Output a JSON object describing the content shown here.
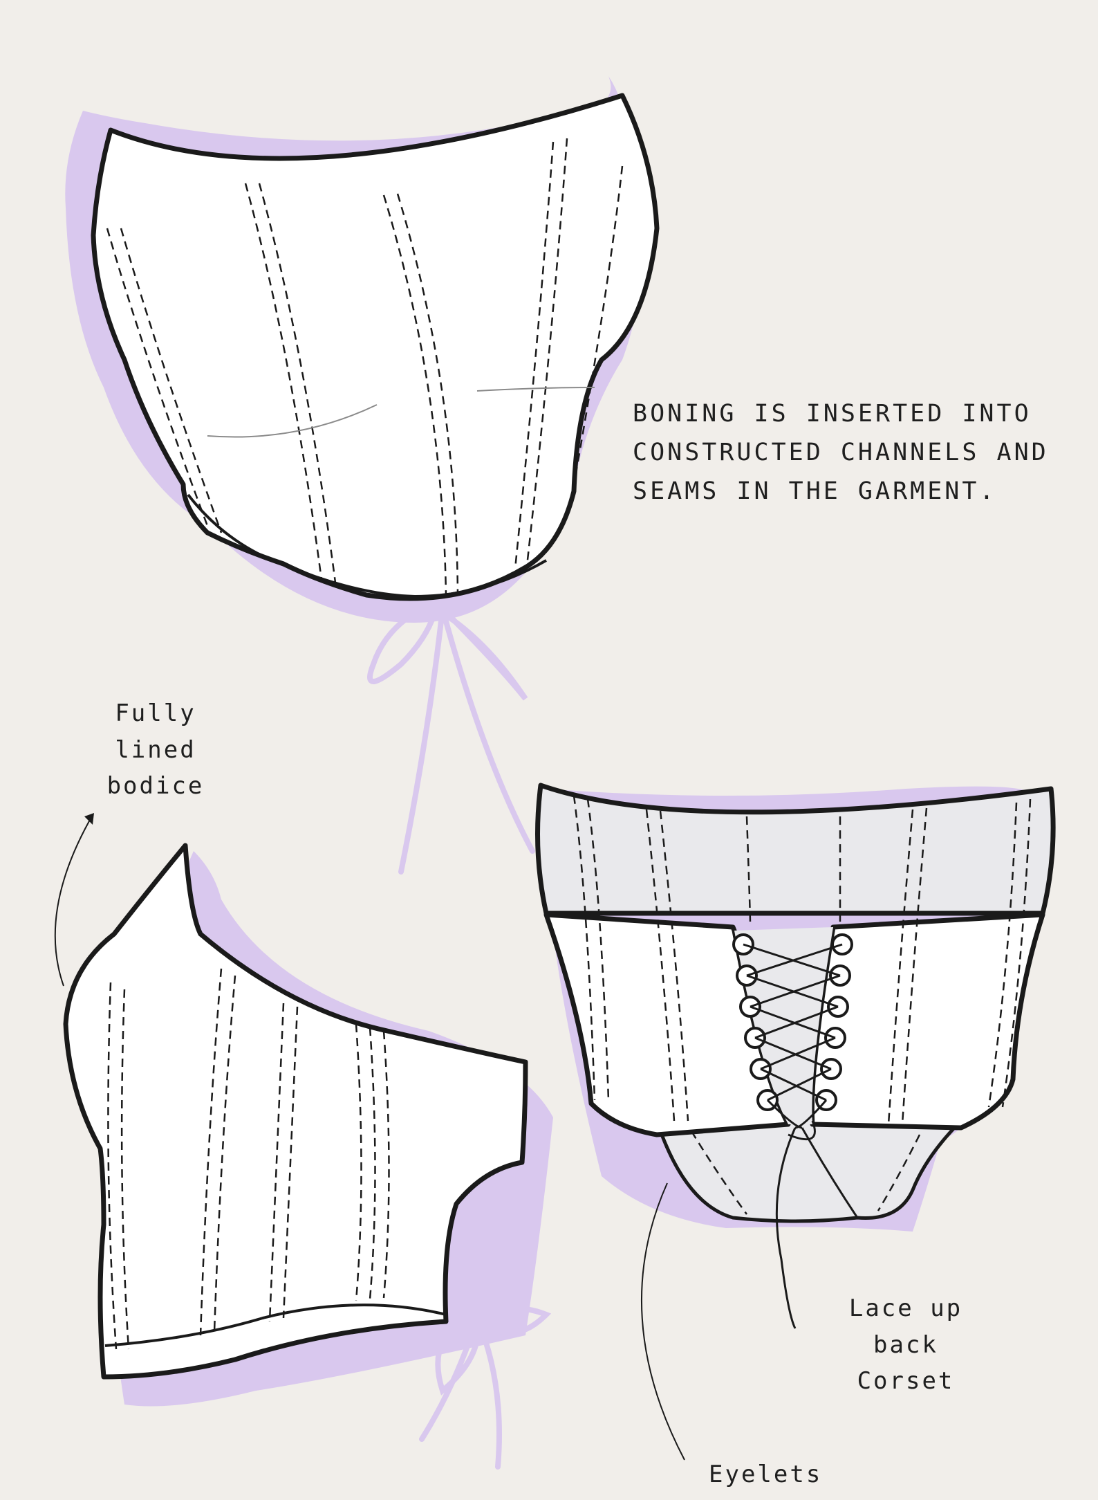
{
  "annotations": {
    "boning": "BONING IS INSERTED INTO\nCONSTRUCTED CHANNELS AND\nSEAMS IN THE GARMENT.",
    "fully_lined": "Fully lined\nbodice",
    "lace_up": "Lace up back\nCorset",
    "eyelets": "Eyelets"
  },
  "colors": {
    "background": "#f1eeea",
    "accent_lilac": "#d9c8ee",
    "outline": "#1a1a1a",
    "garment_fill": "#ffffff",
    "lining_fill": "#e9e9ec"
  },
  "illustrations": [
    {
      "view": "front",
      "icon": "corset-front-icon"
    },
    {
      "view": "side",
      "icon": "corset-side-icon"
    },
    {
      "view": "back",
      "icon": "corset-back-lace-icon"
    }
  ]
}
